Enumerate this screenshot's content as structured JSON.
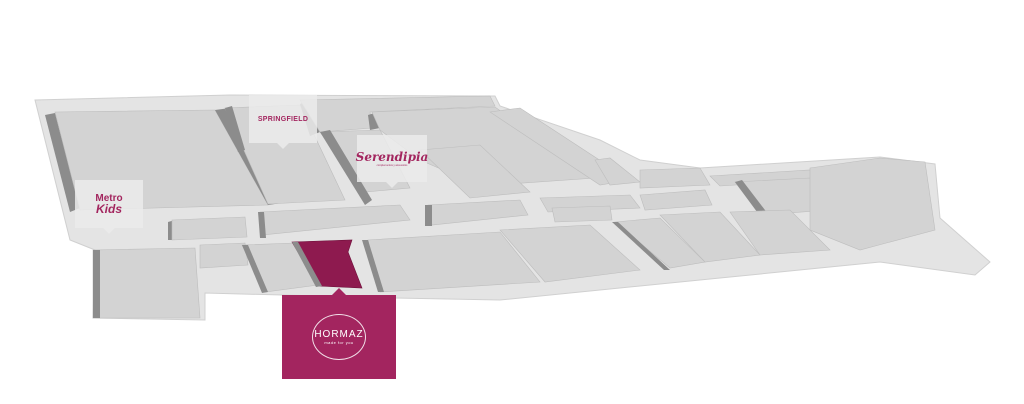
{
  "map": {
    "highlight_color": "#a3255f",
    "stores": [
      {
        "name": "SPRINGFIELD",
        "icon": "springfield-logo"
      },
      {
        "name": "Serendipia",
        "tagline": "complementos y accesorios"
      },
      {
        "name_line1": "Metro",
        "name_line2": "Kids"
      }
    ],
    "selected_store": {
      "name": "HORMAZ",
      "tagline": "made for you"
    }
  }
}
